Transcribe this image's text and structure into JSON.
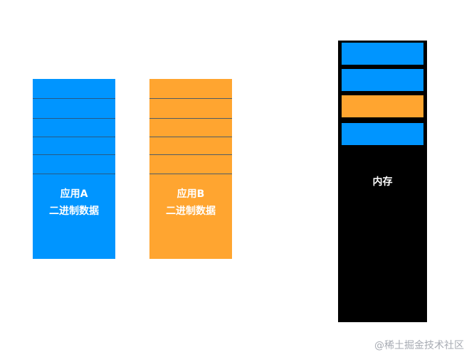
{
  "colors": {
    "app_a": "#0095ff",
    "app_b": "#ffa530",
    "memory": "#000000"
  },
  "app_a": {
    "name": "应用A",
    "desc": "二进制数据"
  },
  "app_b": {
    "name": "应用B",
    "desc": "二进制数据"
  },
  "memory": {
    "label": "内存",
    "slots": [
      "app_a",
      "app_a",
      "app_b",
      "app_a"
    ]
  },
  "watermark": "@稀土掘金技术社区"
}
